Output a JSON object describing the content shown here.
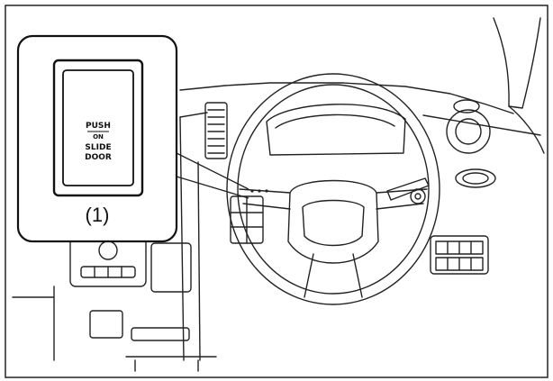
{
  "figure": {
    "callout": {
      "switch_label_line1": "PUSH",
      "switch_label_line2": "ON",
      "switch_label_line3": "SLIDE",
      "switch_label_line4": "DOOR",
      "index_label": "(1)"
    }
  }
}
